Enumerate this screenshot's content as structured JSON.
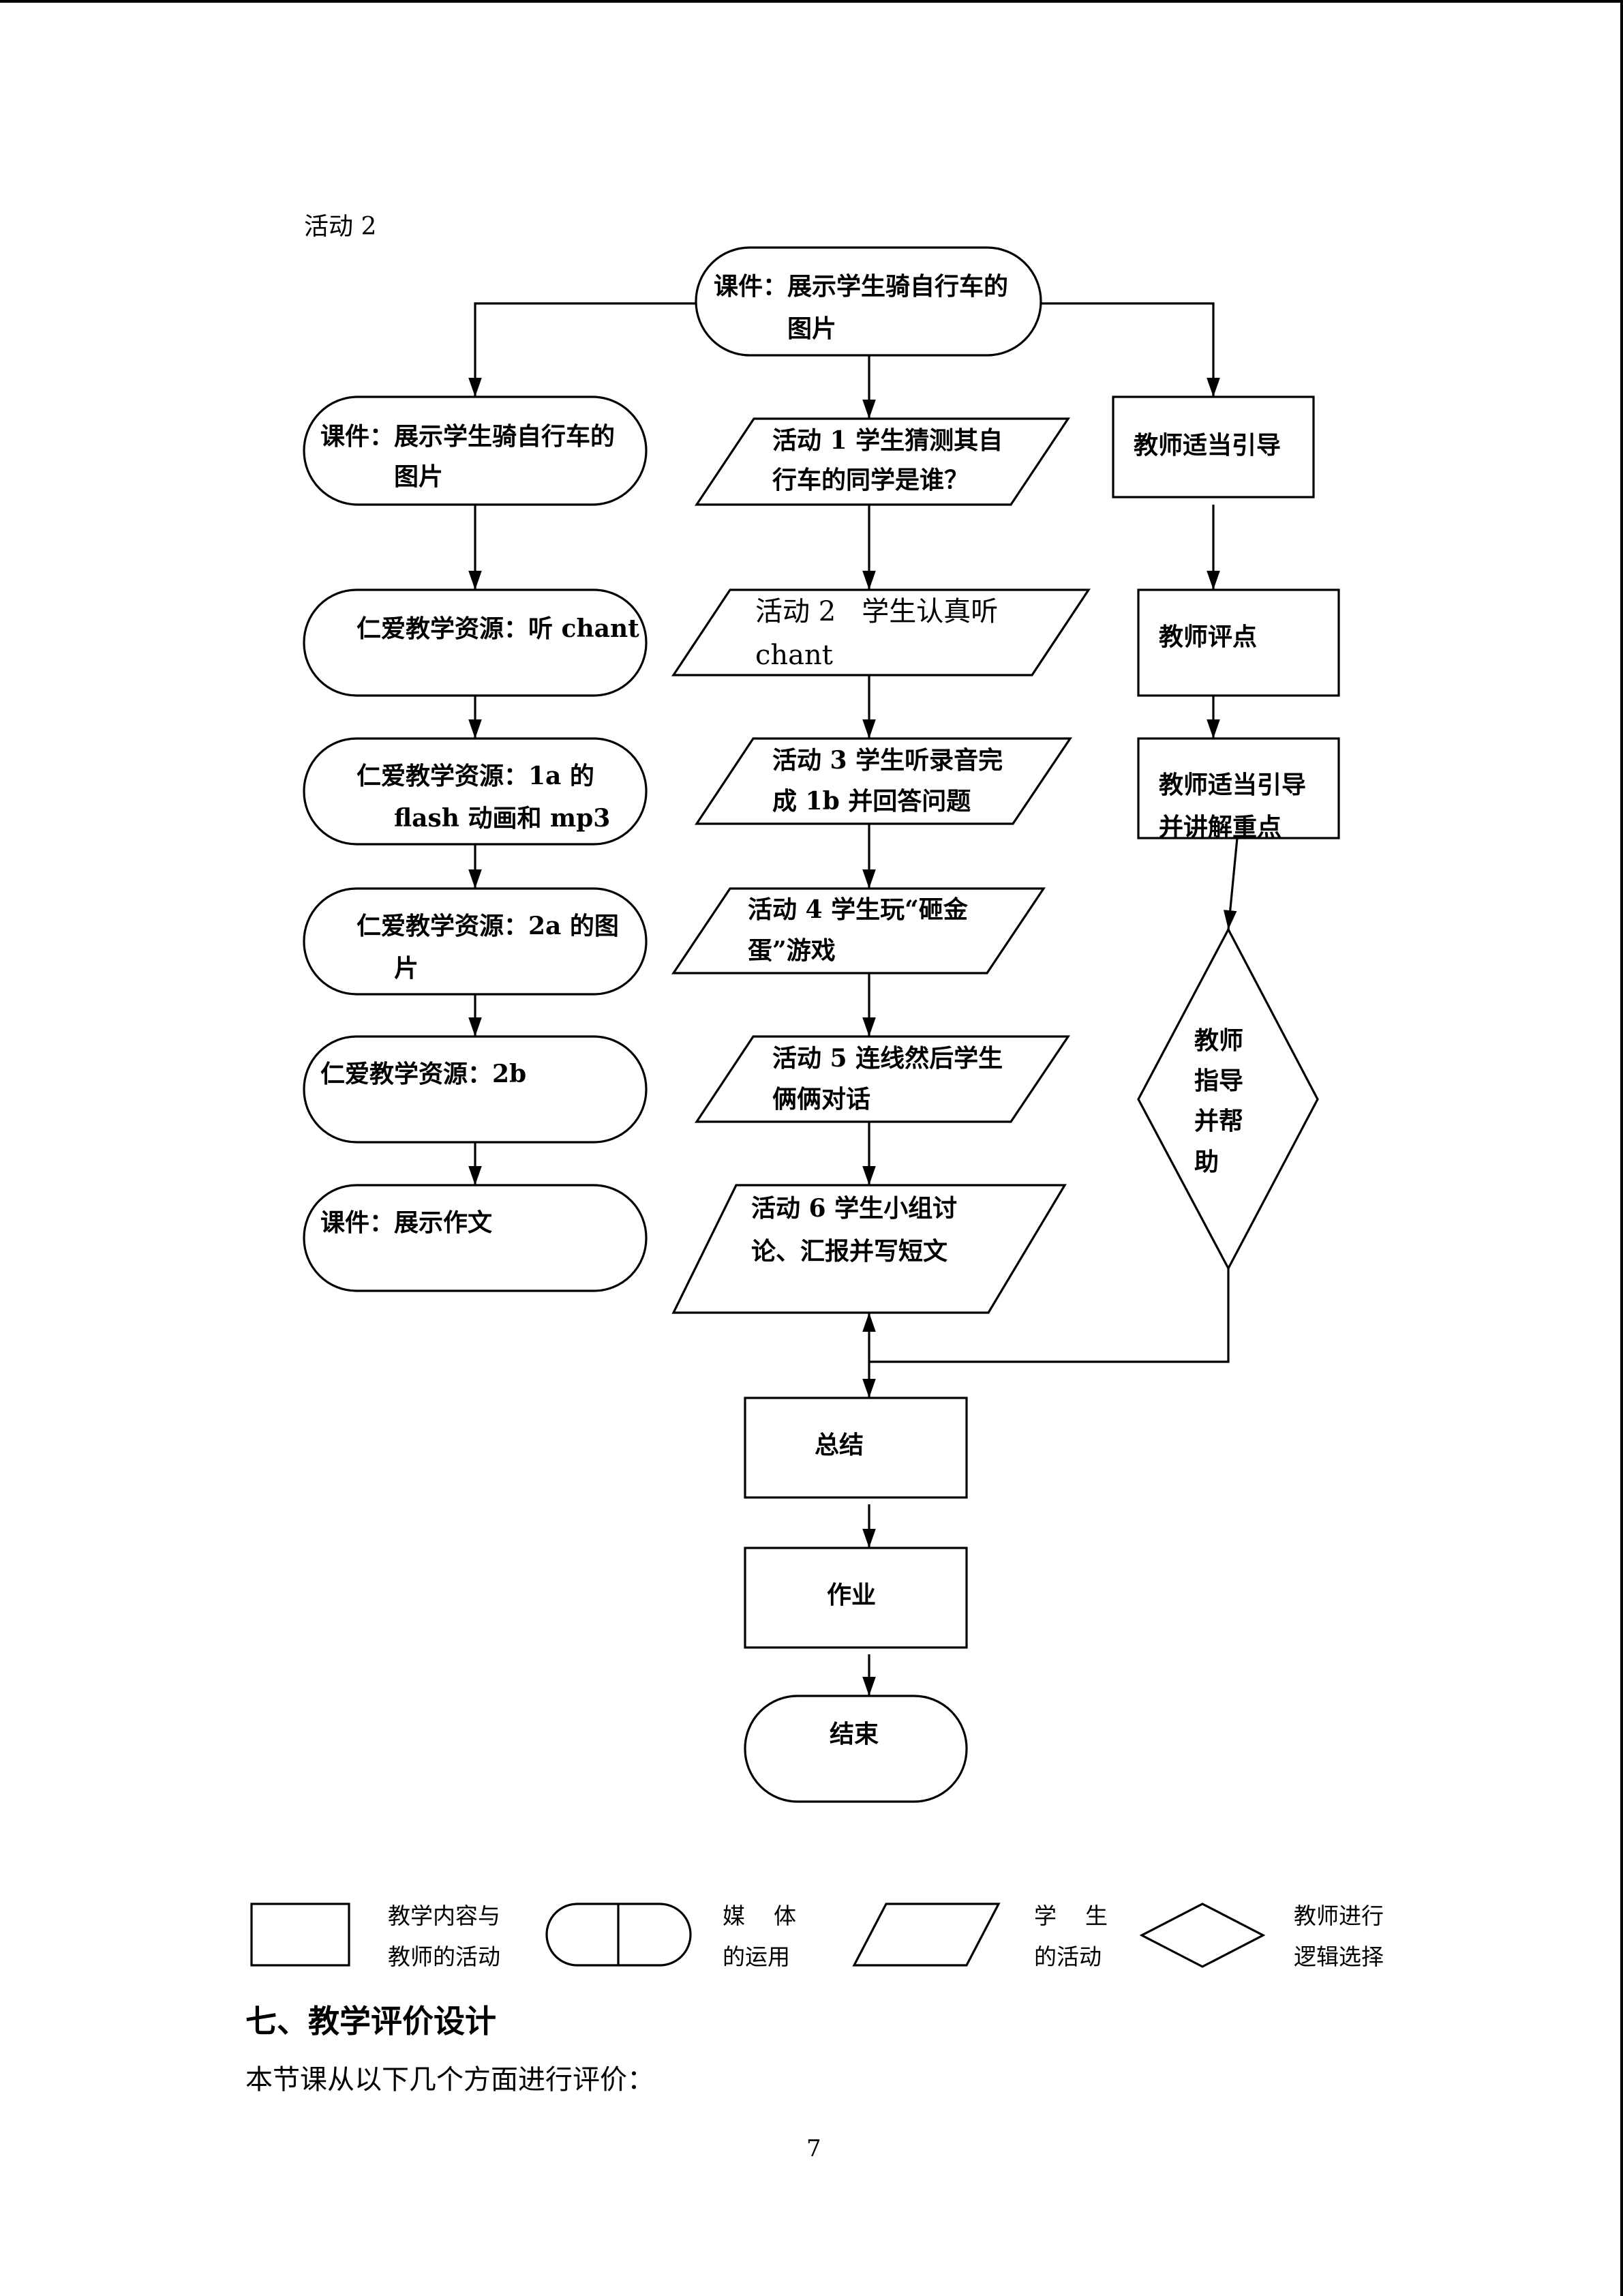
{
  "header": {
    "activity_label": "活动 2"
  },
  "flow": {
    "top": {
      "line1": "课件：展示学生骑自行车的",
      "line2": "图片"
    },
    "left": [
      {
        "line1": "课件：展示学生骑自行车的",
        "line2": "图片"
      },
      {
        "line1": "仁爱教学资源：听 chant",
        "line2": ""
      },
      {
        "line1": "仁爱教学资源：1a 的",
        "line2": "flash 动画和 mp3"
      },
      {
        "line1": "仁爱教学资源：2a 的图",
        "line2": "片"
      },
      {
        "line1": "仁爱教学资源：2b",
        "line2": ""
      },
      {
        "line1": "课件：展示作文",
        "line2": ""
      }
    ],
    "middle": [
      {
        "line1": "活动 1 学生猜测其自",
        "line2": "行车的同学是谁？"
      },
      {
        "line1": "活动 2   学生认真听",
        "line2": "chant"
      },
      {
        "line1": "活动 3 学生听录音完",
        "line2": "成 1b 并回答问题"
      },
      {
        "line1": "活动 4 学生玩“砸金",
        "line2": "蛋”游戏"
      },
      {
        "line1": "活动 5 连线然后学生",
        "line2": "俩俩对话"
      },
      {
        "line1": "活动 6 学生小组讨",
        "line2": "论、汇报并写短文"
      }
    ],
    "right": [
      {
        "line1": "教师适当引导",
        "line2": ""
      },
      {
        "line1": "教师评点",
        "line2": ""
      },
      {
        "line1": "教师适当引导",
        "line2": "并讲解重点"
      }
    ],
    "diamond": {
      "lines": [
        "教师",
        "指导",
        "并帮",
        "助"
      ]
    },
    "bottom": [
      {
        "label": "总结"
      },
      {
        "label": "作业"
      },
      {
        "label": "结束"
      }
    ]
  },
  "legend": [
    {
      "line1": "教学内容与",
      "line2": "教师的活动"
    },
    {
      "line1": "媒    体",
      "line2": "的运用"
    },
    {
      "line1": "学    生",
      "line2": "的活动"
    },
    {
      "line1": "教师进行",
      "line2": "逻辑选择"
    }
  ],
  "section": {
    "title": "七、教学评价设计",
    "body": "本节课从以下几个方面进行评价："
  },
  "page_number": "7"
}
